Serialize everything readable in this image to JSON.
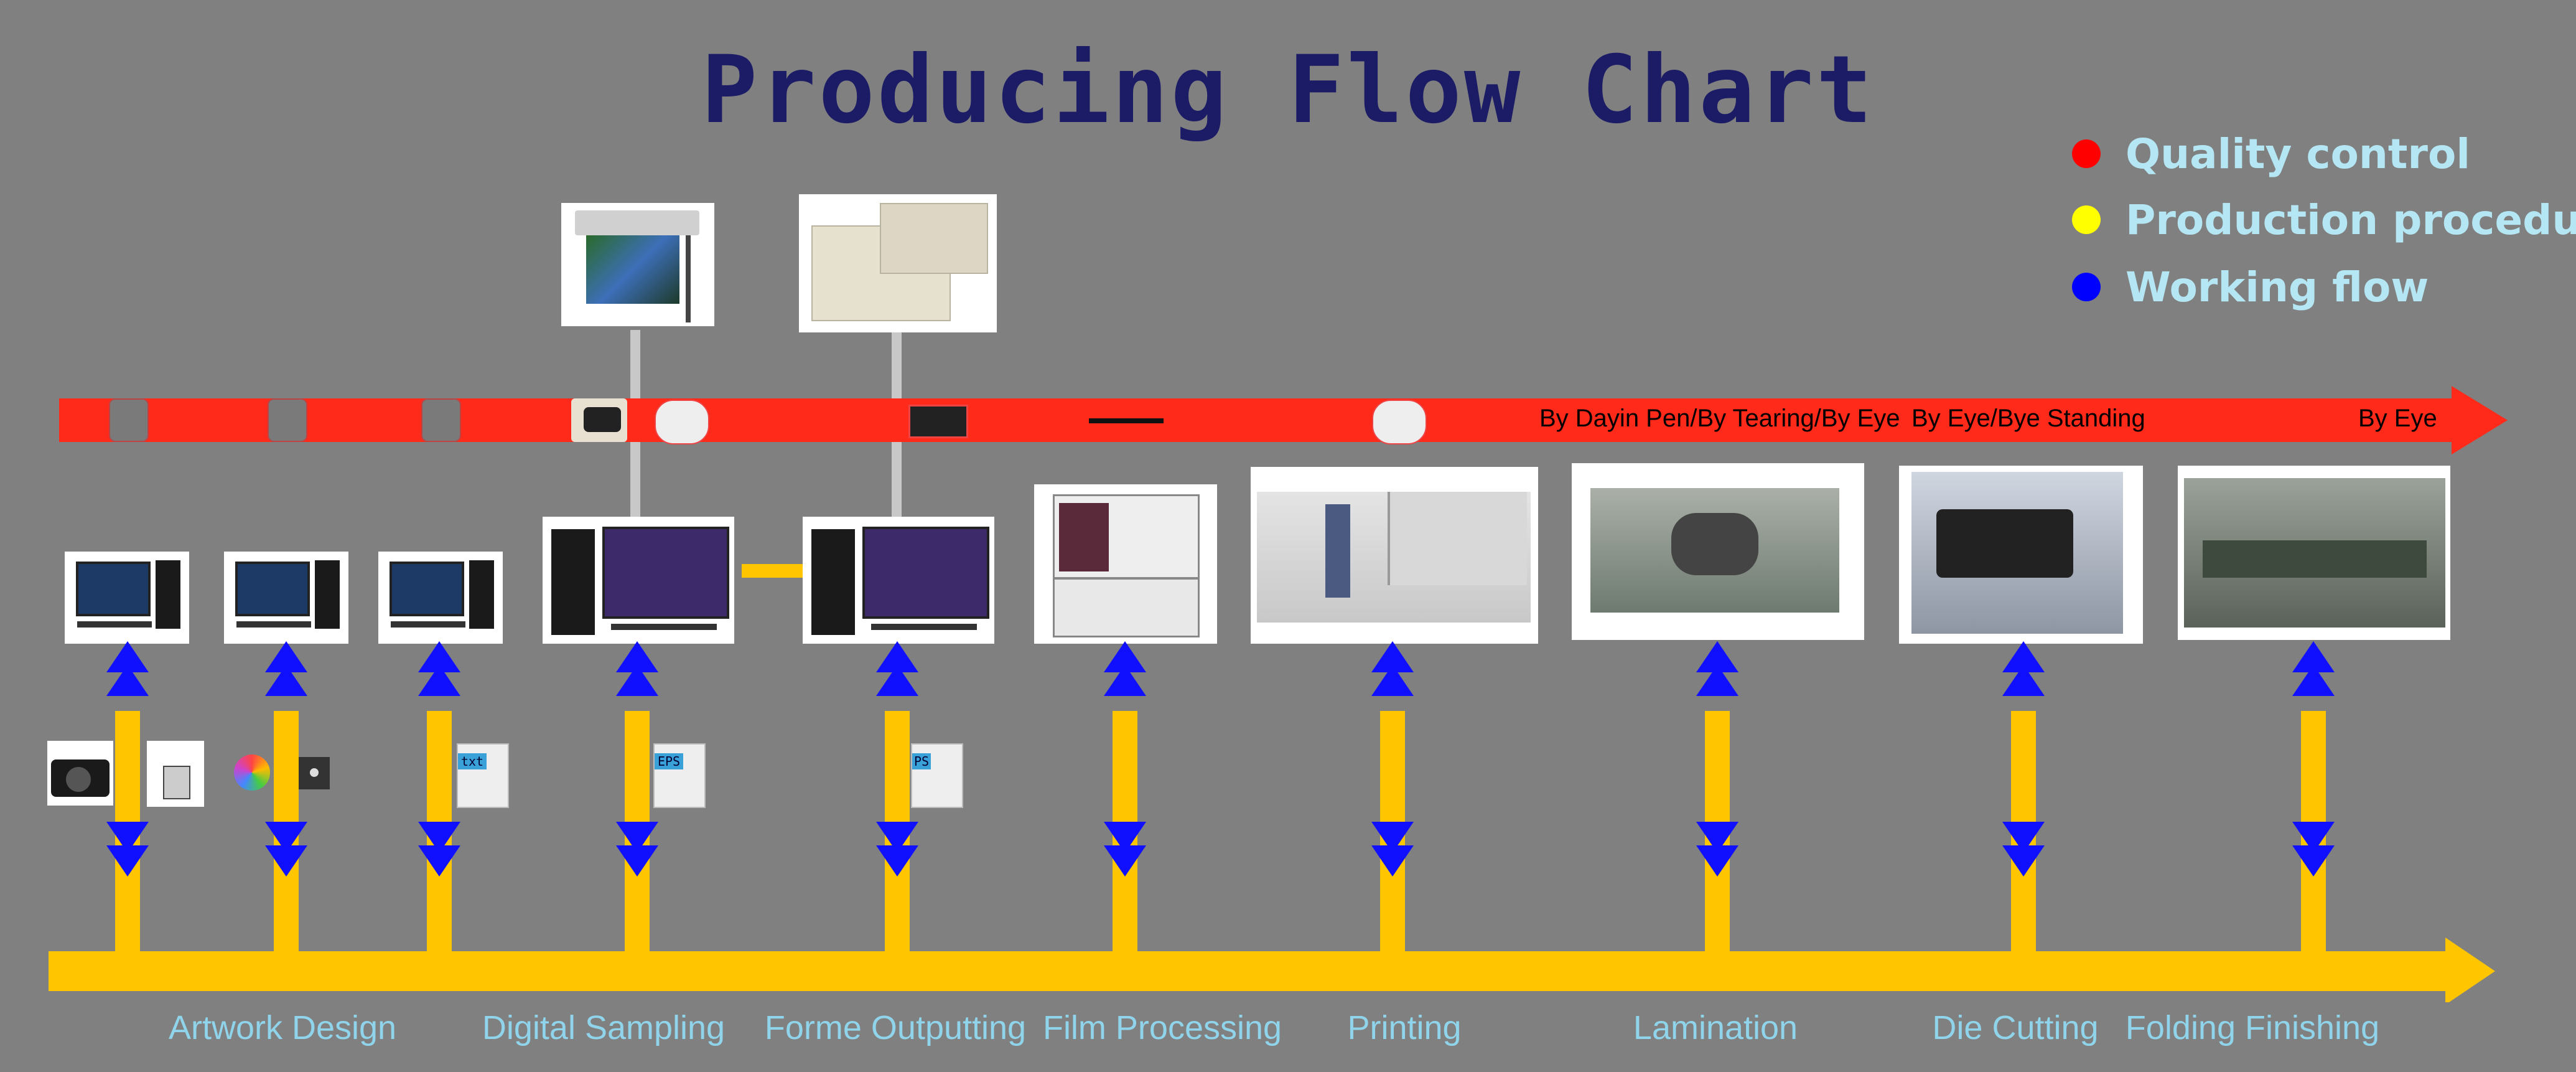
{
  "title": "Producing Flow Chart",
  "colors": {
    "background": "#808080",
    "title": "#1c1c66",
    "qc_bar": "#ff2a1a",
    "production_bar": "#ffc600",
    "flow_arrow": "#1010ff",
    "connector": "#c8c8c8",
    "label": "#8fd4ea"
  },
  "legend": [
    {
      "label": "Quality control",
      "color": "#ff0000"
    },
    {
      "label": "Production procedure",
      "color": "#ffff00"
    },
    {
      "label": "Working flow",
      "color": "#0000ff"
    }
  ],
  "qc_labels": [
    "By Dayin Pen/By Tearing/By Eye",
    "By Eye/Bye Standing",
    "By Eye"
  ],
  "steps": [
    "Artwork Design",
    "Digital Sampling",
    "Forme Outputting",
    "Film Processing",
    "Printing",
    "Lamination",
    "Die Cutting",
    "Folding Finishing"
  ],
  "file_tags": [
    "txt",
    "EPS",
    "PS"
  ],
  "icons": {
    "qc": [
      "magnifier-icon",
      "magnifier-icon",
      "magnifier-icon",
      "densitometer-icon",
      "spectro-icon",
      "scale-icon",
      "pen-icon",
      "spectro-icon"
    ],
    "inputs": [
      "camera-icon",
      "scanner-icon",
      "cd-icon",
      "floppy-icon"
    ],
    "devices": [
      "computer-icon",
      "computer-icon",
      "computer-icon",
      "workstation-icon",
      "workstation-icon",
      "film-processor-icon",
      "printing-press-icon",
      "laminating-machine-icon",
      "die-cutting-machine-icon",
      "folding-machine-icon",
      "large-format-printer-icon",
      "imagesetter-icon"
    ]
  }
}
